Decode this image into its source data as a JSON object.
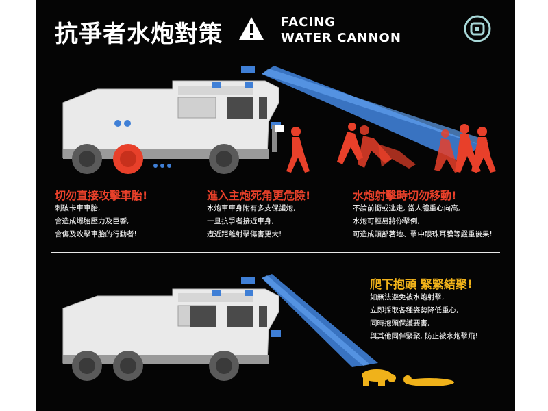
{
  "header": {
    "title_zh": "抗爭者水炮對策",
    "title_en_line1": "FACING",
    "title_en_line2": "WATER CANNON",
    "warning_icon": "warning-triangle-icon",
    "logo_icon": "brand-logo-icon"
  },
  "tips": [
    {
      "heading": "切勿直接攻擊車胎!",
      "lines": [
        "刺破卡車車胎,",
        "會造成爆胎壓力及巨響,",
        "會傷及攻擊車胎的行動者!"
      ]
    },
    {
      "heading": "進入主炮死角更危險!",
      "lines": [
        "水炮車車身附有多支保護炮,",
        "一旦抗爭者接近車身,",
        "遭近距離射擊傷害更大!"
      ]
    },
    {
      "heading": "水炮射擊時切勿移動!",
      "lines": [
        "不論前衝或逃走, 當人體重心向高,",
        "水炮可輕易將你擊倒,",
        "可造成頭部著地、擊中眼珠耳膜等嚴重後果!"
      ]
    }
  ],
  "bottom_tip": {
    "heading": "爬下抱頭 緊緊結聚!",
    "lines": [
      "如無法避免被水炮射擊,",
      "立即採取各種姿勢降低重心,",
      "同時抱頭保護要害,",
      "與其他同伴緊聚, 防止被水炮擊飛!"
    ]
  },
  "colors": {
    "background": "#050505",
    "accent_red": "#e8402a",
    "accent_yellow": "#f0b21a",
    "water_blue": "#3f7fd6",
    "truck_body": "#eaeaea"
  }
}
